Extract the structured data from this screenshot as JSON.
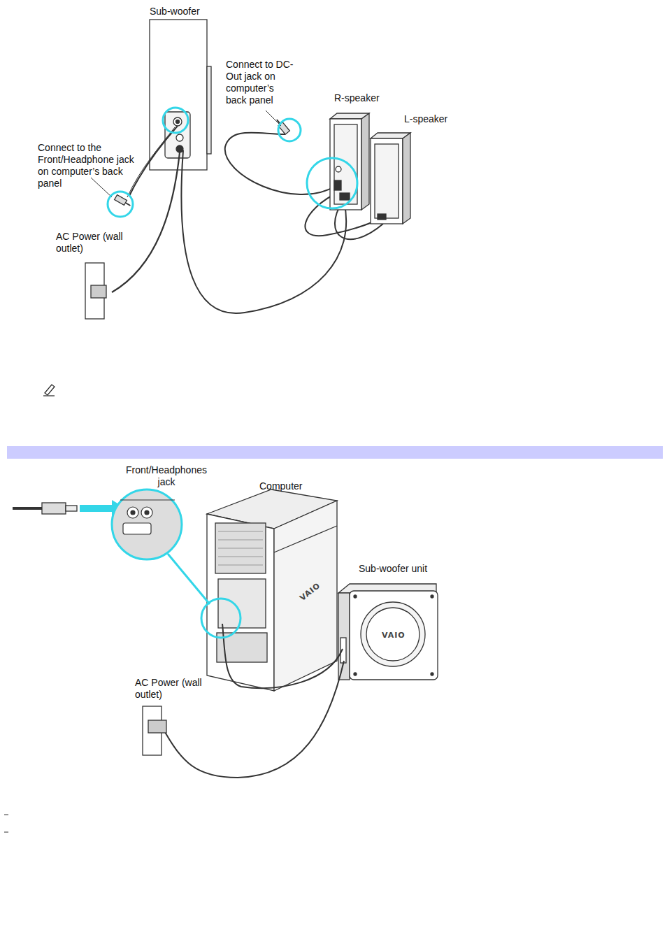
{
  "diagram": {
    "labels": [
      "Sub-woofer",
      "Connect to DC-Out jack on computer’s back panel",
      "R-speaker",
      "L-speaker",
      "Connect to the Front/Headphone jack on computer’s back panel",
      "AC Power (wall outlet)",
      "Front/Headphones jack",
      "Computer",
      "Sub-woofer unit",
      "VAIO",
      "VAIO",
      "AC Power (wall outlet)"
    ]
  }
}
